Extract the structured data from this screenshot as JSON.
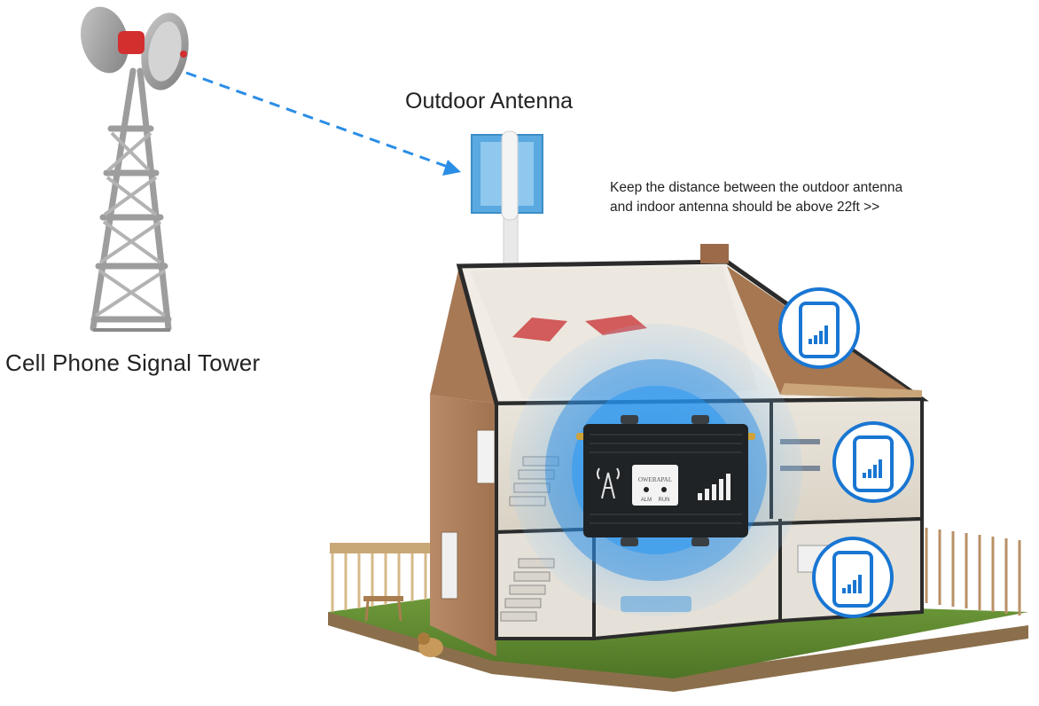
{
  "labels": {
    "tower": "Cell Phone Signal Tower",
    "outdoor_antenna": "Outdoor Antenna",
    "distance_note_line1": "Keep the distance between the outdoor antenna",
    "distance_note_line2": "and indoor antenna should be above 22ft >>"
  },
  "booster": {
    "brand": "OWERAPAL",
    "indicator_alm": "ALM",
    "indicator_run": "RUN"
  },
  "icons": [
    "cell-tower-icon",
    "outdoor-panel-antenna-icon",
    "signal-booster-icon",
    "smartphone-signal-icon"
  ],
  "colors": {
    "signal_arrow": "#2b8ee6",
    "coverage": "#1e88e5",
    "tower_dish": "#8a8a8a",
    "tower_center": "#d32f2f",
    "antenna_panel": "#4aa3df",
    "phone_badge": "#1976d2"
  }
}
